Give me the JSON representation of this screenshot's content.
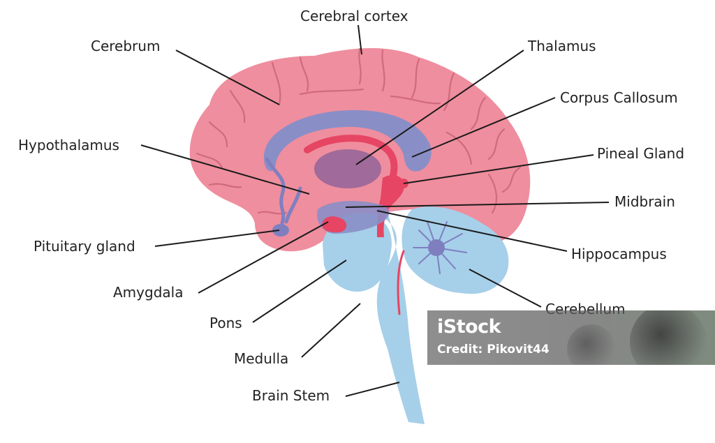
{
  "labels": {
    "cerebral_cortex": "Cerebral cortex",
    "cerebrum": "Cerebrum",
    "thalamus": "Thalamus",
    "corpus_callosum": "Corpus Callosum",
    "hypothalamus": "Hypothalamus",
    "pineal_gland": "Pineal Gland",
    "midbrain": "Midbrain",
    "pituitary_gland": "Pituitary gland",
    "hippocampus": "Hippocampus",
    "amygdala": "Amygdala",
    "cerebellum": "Cerebellum",
    "pons": "Pons",
    "medulla": "Medulla",
    "brain_stem": "Brain Stem"
  },
  "watermark": {
    "logo": "iStock",
    "credit": "Credit: Pikovit44"
  },
  "colors": {
    "cerebrum": "#ef8e9e",
    "cerebrum_dark": "#d06a7d",
    "stem": "#a6cfe9",
    "purple": "#7f7fc0",
    "red": "#e64563",
    "label": "#222222",
    "background": "#ffffff"
  }
}
